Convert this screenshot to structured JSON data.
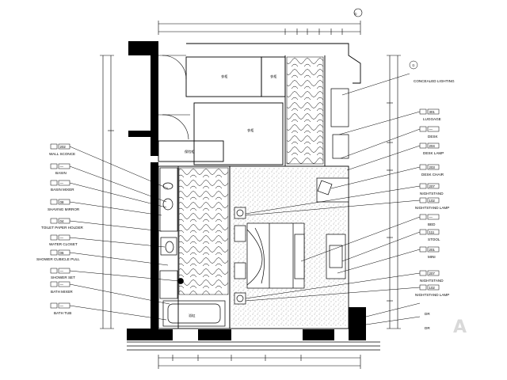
{
  "plan": {
    "circle_tag": "①",
    "room_labels": {
      "wardrobe_left": "衣柜",
      "wardrobe_right": "衣柜",
      "closet_bottom": "衣柜",
      "safe": "保险柜",
      "bathtub": "浴缸"
    },
    "left_items": [
      {
        "code": "202",
        "name": "WALL SCONCE"
      },
      {
        "code": "—",
        "name": "BASIN"
      },
      {
        "code": "—",
        "name": "BASIN MIXER"
      },
      {
        "code": "08",
        "name": "SHAVING MIRROR"
      },
      {
        "code": "04",
        "name": "TOILET PAPER HOLDER"
      },
      {
        "code": "—",
        "name": "WATER CLOSET"
      },
      {
        "code": "06",
        "name": "SHOWER CUBICLE PULL"
      },
      {
        "code": "—",
        "name": "SHOWER SET"
      },
      {
        "code": "—",
        "name": "BATH MIXER"
      },
      {
        "code": "—",
        "name": "BATH TUB"
      }
    ],
    "right_items": [
      {
        "code": "—",
        "name": "CONCEALED LIGHTING"
      },
      {
        "code": "301",
        "name": "LUGGAGE"
      },
      {
        "code": "—",
        "name": "DESK"
      },
      {
        "code": "204",
        "name": "DESK LAMP"
      },
      {
        "code": "203",
        "name": "DESK CHAIR"
      },
      {
        "code": "207",
        "name": "NIGHTSTAND"
      },
      {
        "code": "102",
        "name": "NIGHTSTAND LAMP"
      },
      {
        "code": "—",
        "name": "BED"
      },
      {
        "code": "111",
        "name": "STOOL"
      },
      {
        "code": "201",
        "name": "MINI"
      },
      {
        "code": "207",
        "name": "NIGHTSTAND"
      },
      {
        "code": "102",
        "name": "NIGHTSTAND LAMP"
      },
      {
        "code": "",
        "name": "DR"
      },
      {
        "code": "",
        "name": "DR"
      }
    ],
    "watermark": "A"
  }
}
